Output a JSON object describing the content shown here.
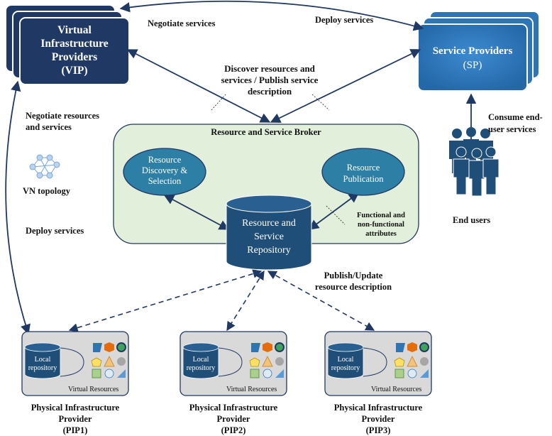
{
  "vip": {
    "line1": "Virtual",
    "line2": "Infrastructure",
    "line3": "Providers",
    "line4": "(VIP)"
  },
  "sp": {
    "line1": "Service Providers",
    "line2": "(SP)"
  },
  "edges": {
    "negotiate_services": "Negotiate services",
    "deploy_services_top": "Deploy services",
    "discover_line1": "Discover resources and",
    "discover_line2": "services / Publish service",
    "discover_line3": "description",
    "negotiate_resources_line1": "Negotiate resources",
    "negotiate_resources_line2": "and services",
    "vn_topology": "VN topology",
    "deploy_services_left": "Deploy services",
    "consume_line1": "Consume end-",
    "consume_line2": "user services",
    "publish_line1": "Publish/Update",
    "publish_line2": "resource description",
    "functional_line1": "Functional and",
    "functional_line2": "non-functional",
    "functional_line3": "attributes"
  },
  "broker": {
    "title": "Resource and Service Broker",
    "discovery_line1": "Resource",
    "discovery_line2": "Discovery &",
    "discovery_line3": "Selection",
    "publication_line1": "Resource",
    "publication_line2": "Publication",
    "repo_line1": "Resource and",
    "repo_line2": "Service",
    "repo_line3": "Repository"
  },
  "end_users": "End users",
  "pips": [
    {
      "repo_line1": "Local",
      "repo_line2": "repository",
      "caption": "Virtual Resources",
      "title_line1": "Physical Infrastructure",
      "title_line2": "Provider",
      "title_line3": "(PIP1)"
    },
    {
      "repo_line1": "Local",
      "repo_line2": "repository",
      "caption": "Virtual Resources",
      "title_line1": "Physical Infrastructure",
      "title_line2": "Provider",
      "title_line3": "(PIP2)"
    },
    {
      "repo_line1": "Local",
      "repo_line2": "repository",
      "caption": "Virtual Resources",
      "title_line1": "Physical Infrastructure",
      "title_line2": "Provider",
      "title_line3": "(PIP3)"
    }
  ],
  "colors": {
    "vip_fill": "#1f3864",
    "sp_fill": "#2e75b6",
    "broker_fill": "#e2efda",
    "ellipse_fill": "#2e7fa6",
    "repo_fill": "#1f4e79",
    "arrow": "#1f3864",
    "pip_fill": "#d9d9d9"
  }
}
